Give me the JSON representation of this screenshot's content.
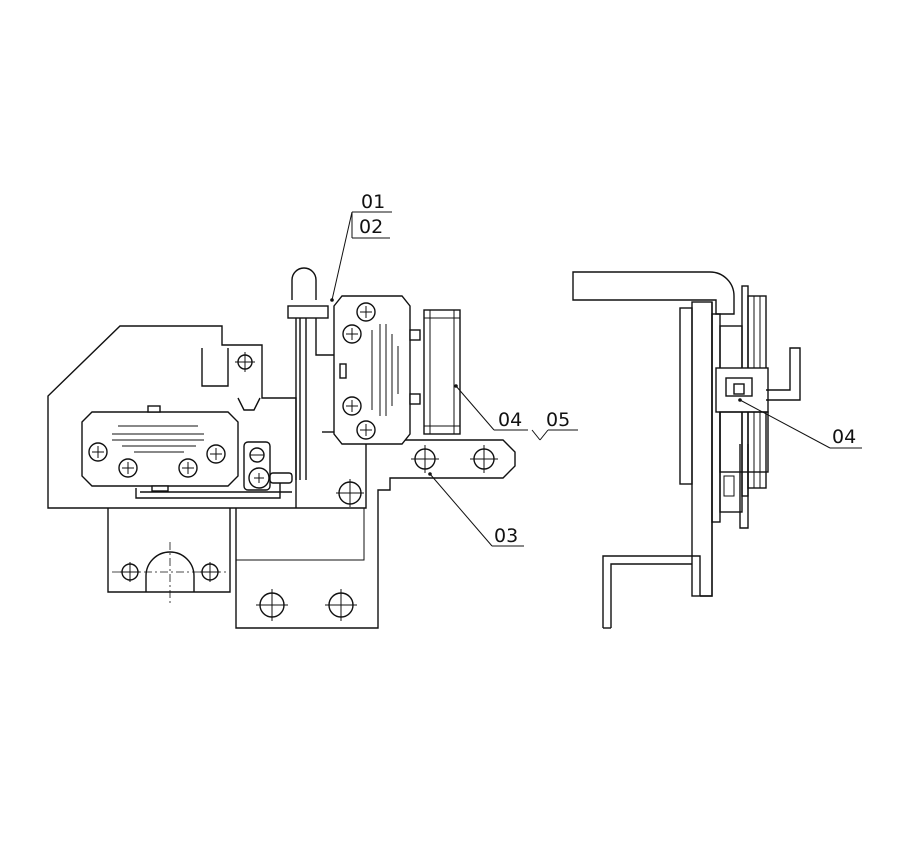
{
  "drawing": {
    "callouts": {
      "c01": "01",
      "c02": "02",
      "c03": "03",
      "c04_front": "04",
      "c05": "05",
      "c04_side": "04"
    }
  }
}
